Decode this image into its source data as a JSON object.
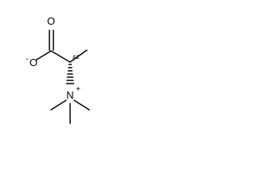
{
  "molecule": {
    "atoms": {
      "carbonyl_oxygen": "O",
      "carboxylate_oxygen": "O",
      "carboxylate_charge": "-",
      "nitrogen": "N",
      "nitrogen_charge": "+"
    },
    "stereo_annotation": "&1",
    "colors": {
      "line": "#000000",
      "background": "#ffffff"
    }
  }
}
